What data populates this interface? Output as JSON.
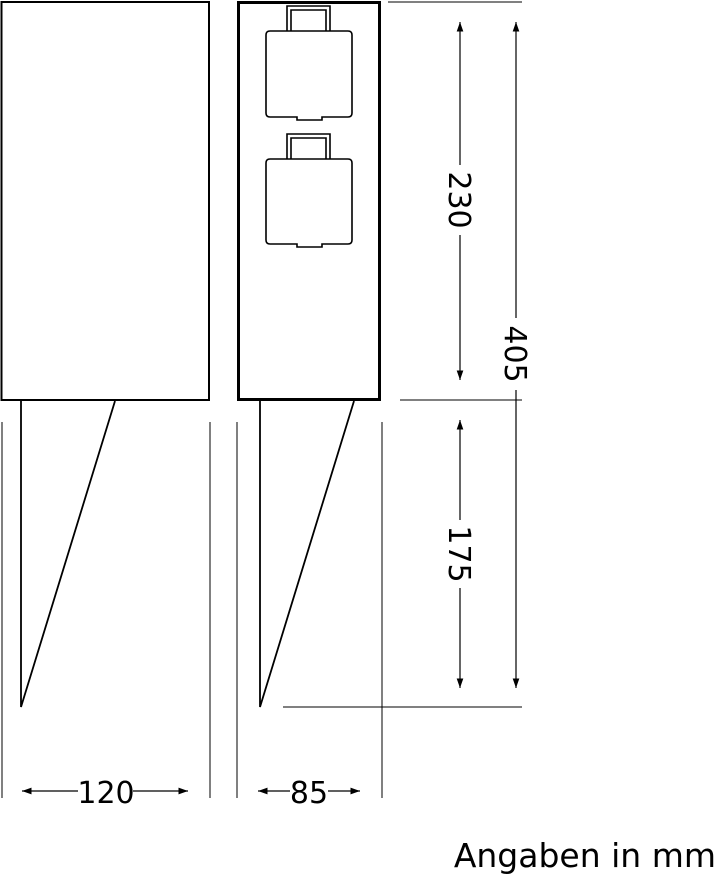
{
  "drawing": {
    "dimensions": {
      "width_front": "120",
      "width_side": "85",
      "height_body": "230",
      "height_total": "405",
      "height_spike": "175"
    },
    "units_note": "Angaben in mm",
    "line_color": "#000000"
  }
}
